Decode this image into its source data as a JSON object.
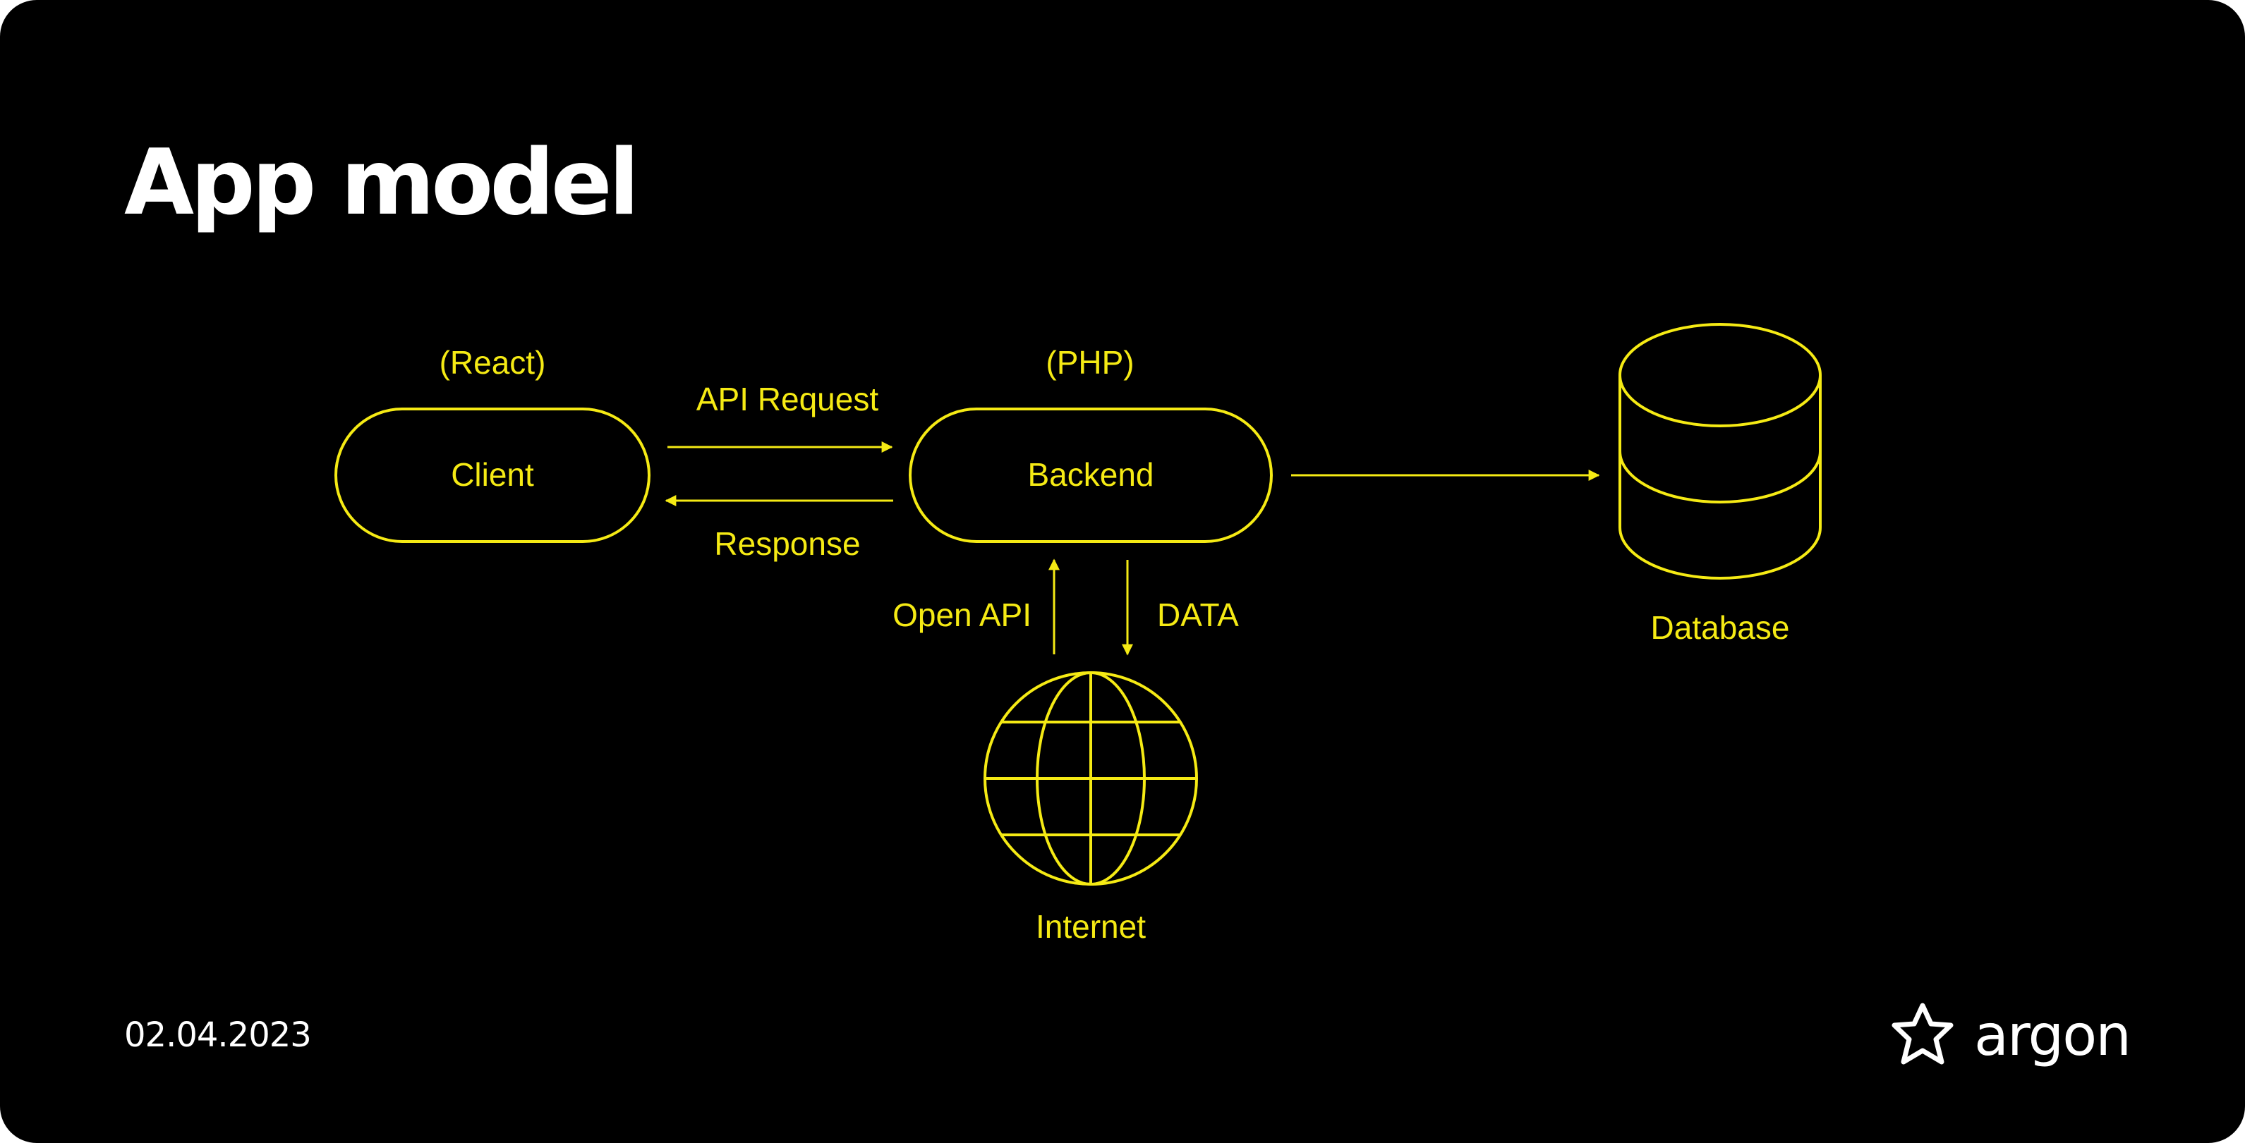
{
  "title": "App model",
  "date": "02.04.2023",
  "brand": {
    "name": "argon",
    "logo_icon": "star-outline-icon"
  },
  "colors": {
    "background": "#000000",
    "accent": "#f5ea14",
    "text": "#ffffff"
  },
  "diagram": {
    "nodes": {
      "client": {
        "label": "Client",
        "tech": "(React)"
      },
      "backend": {
        "label": "Backend",
        "tech": "(PHP)"
      },
      "database": {
        "label": "Database",
        "icon": "database-icon"
      },
      "internet": {
        "label": "Internet",
        "icon": "globe-icon"
      }
    },
    "edges": {
      "api_request": "API Request",
      "response": "Response",
      "open_api": "Open API",
      "data": "DATA"
    }
  }
}
